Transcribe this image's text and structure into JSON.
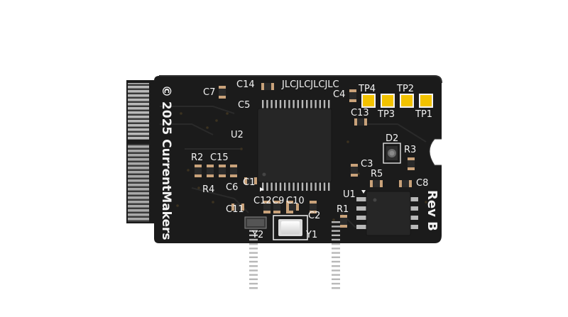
{
  "board": {
    "copyright": "© 2025 CurrentMakers",
    "revision": "Rev B",
    "fab_mark": "JLCJLCJLCJLC"
  },
  "refs": {
    "u1": "U1",
    "u2": "U2",
    "y1": "Y1",
    "y2": "Y2",
    "d2": "D2",
    "r1": "R1",
    "r2": "R2",
    "r3": "R3",
    "r4": "R4",
    "r5": "R5",
    "c1": "C1",
    "c2": "C2",
    "c3": "C3",
    "c4": "C4",
    "c5": "C5",
    "c6": "C6",
    "c7": "C7",
    "c8": "C8",
    "c9": "C9",
    "c10": "C10",
    "c11": "C11",
    "c12": "C12",
    "c13": "C13",
    "c14": "C14",
    "c15": "C15",
    "tp1": "TP1",
    "tp2": "TP2",
    "tp3": "TP3",
    "tp4": "TP4"
  },
  "colors": {
    "pcb": "#1b1b1b",
    "silkscreen": "#f2f2f2",
    "gold_pad": "#f2c200",
    "ic_body": "#262626",
    "pin": "#b8b8b8",
    "passive_body": "#2a2a2a",
    "passive_cap": "#c9a27a"
  }
}
